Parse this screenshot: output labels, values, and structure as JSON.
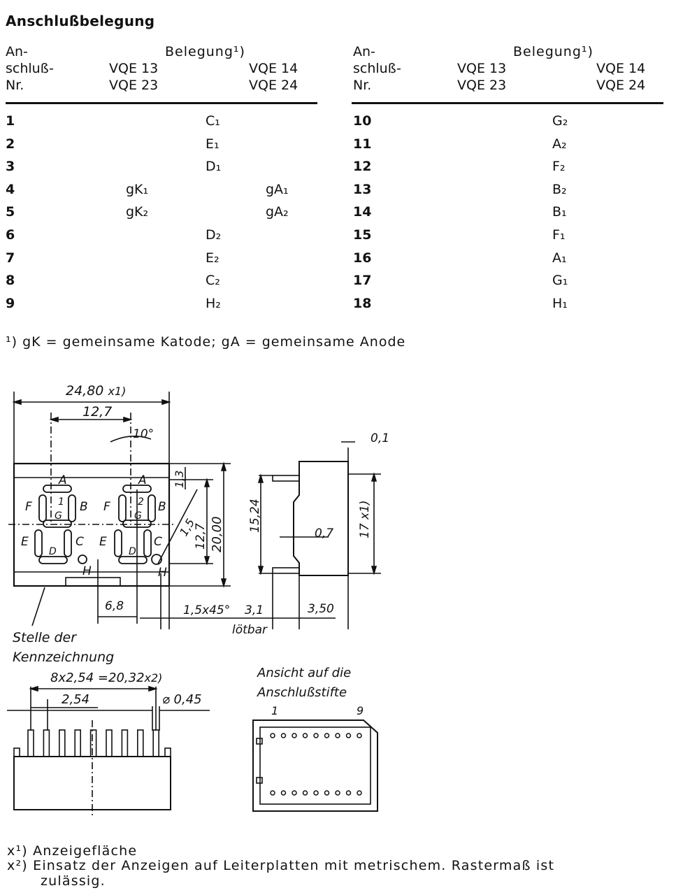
{
  "title": "Anschlußbelegung",
  "header": {
    "col_pin_1": "An-",
    "col_pin_2": "schluß-",
    "col_pin_3": "Nr.",
    "col_assign": "Belegung¹)",
    "type_a1": "VQE 13",
    "type_a2": "VQE 23",
    "type_b1": "VQE 14",
    "type_b2": "VQE 24"
  },
  "left_rows": [
    {
      "nr": "1",
      "common": "C₁",
      "a": "",
      "b": ""
    },
    {
      "nr": "2",
      "common": "E₁",
      "a": "",
      "b": ""
    },
    {
      "nr": "3",
      "common": "D₁",
      "a": "",
      "b": ""
    },
    {
      "nr": "4",
      "common": "",
      "a": "gK₁",
      "b": "gA₁"
    },
    {
      "nr": "5",
      "common": "",
      "a": "gK₂",
      "b": "gA₂"
    },
    {
      "nr": "6",
      "common": "D₂",
      "a": "",
      "b": ""
    },
    {
      "nr": "7",
      "common": "E₂",
      "a": "",
      "b": ""
    },
    {
      "nr": "8",
      "common": "C₂",
      "a": "",
      "b": ""
    },
    {
      "nr": "9",
      "common": "H₂",
      "a": "",
      "b": ""
    }
  ],
  "right_rows": [
    {
      "nr": "10",
      "common": "G₂"
    },
    {
      "nr": "11",
      "common": "A₂"
    },
    {
      "nr": "12",
      "common": "F₂"
    },
    {
      "nr": "13",
      "common": "B₂"
    },
    {
      "nr": "14",
      "common": "B₁"
    },
    {
      "nr": "15",
      "common": "F₁"
    },
    {
      "nr": "16",
      "common": "A₁"
    },
    {
      "nr": "17",
      "common": "G₁"
    },
    {
      "nr": "18",
      "common": "H₁"
    }
  ],
  "footnote_legend": "¹) gK = gemeinsame Katode; gA = gemeinsame Anode",
  "drawing": {
    "dim_width": "24,80",
    "dim_width_note": "x1)",
    "dim_pitch": "12,7",
    "dim_angle": "10°",
    "dim_13": "1,3",
    "dim_15": "1,5",
    "dim_127v": "12,7",
    "dim_2000": "20,00",
    "dim_1524": "15,24",
    "dim_01": "0,1",
    "dim_07": "0,7",
    "dim_17": "17 x1)",
    "dim_68": "6,8",
    "dim_chamfer": "1,5x45°",
    "dim_31": "3,1",
    "dim_350": "3,50",
    "label_loetbar": "lötbar",
    "label_stelle_1": "Stelle der",
    "label_stelle_2": "Kennzeichnung",
    "dim_pins": "8x2,54 =20,32",
    "dim_pins_note": "x2)",
    "dim_254": "2,54",
    "dim_diam": "⌀ 0,45",
    "view_label_1": "Ansicht auf die",
    "view_label_2": "Anschlußstifte",
    "pin_first": "1",
    "pin_last": "9",
    "seg_labels": {
      "A": "A",
      "B": "B",
      "C": "C",
      "D": "D",
      "E": "E",
      "F": "F",
      "G": "G",
      "H": "H",
      "digit1": "1",
      "digit2": "2"
    }
  },
  "footnotes": {
    "x1": "x¹) Anzeigefläche",
    "x2_line1": "x²) Einsatz der Anzeigen auf Leiterplatten mit metrischem. Rastermaß ist",
    "x2_line2": "zulässig."
  }
}
